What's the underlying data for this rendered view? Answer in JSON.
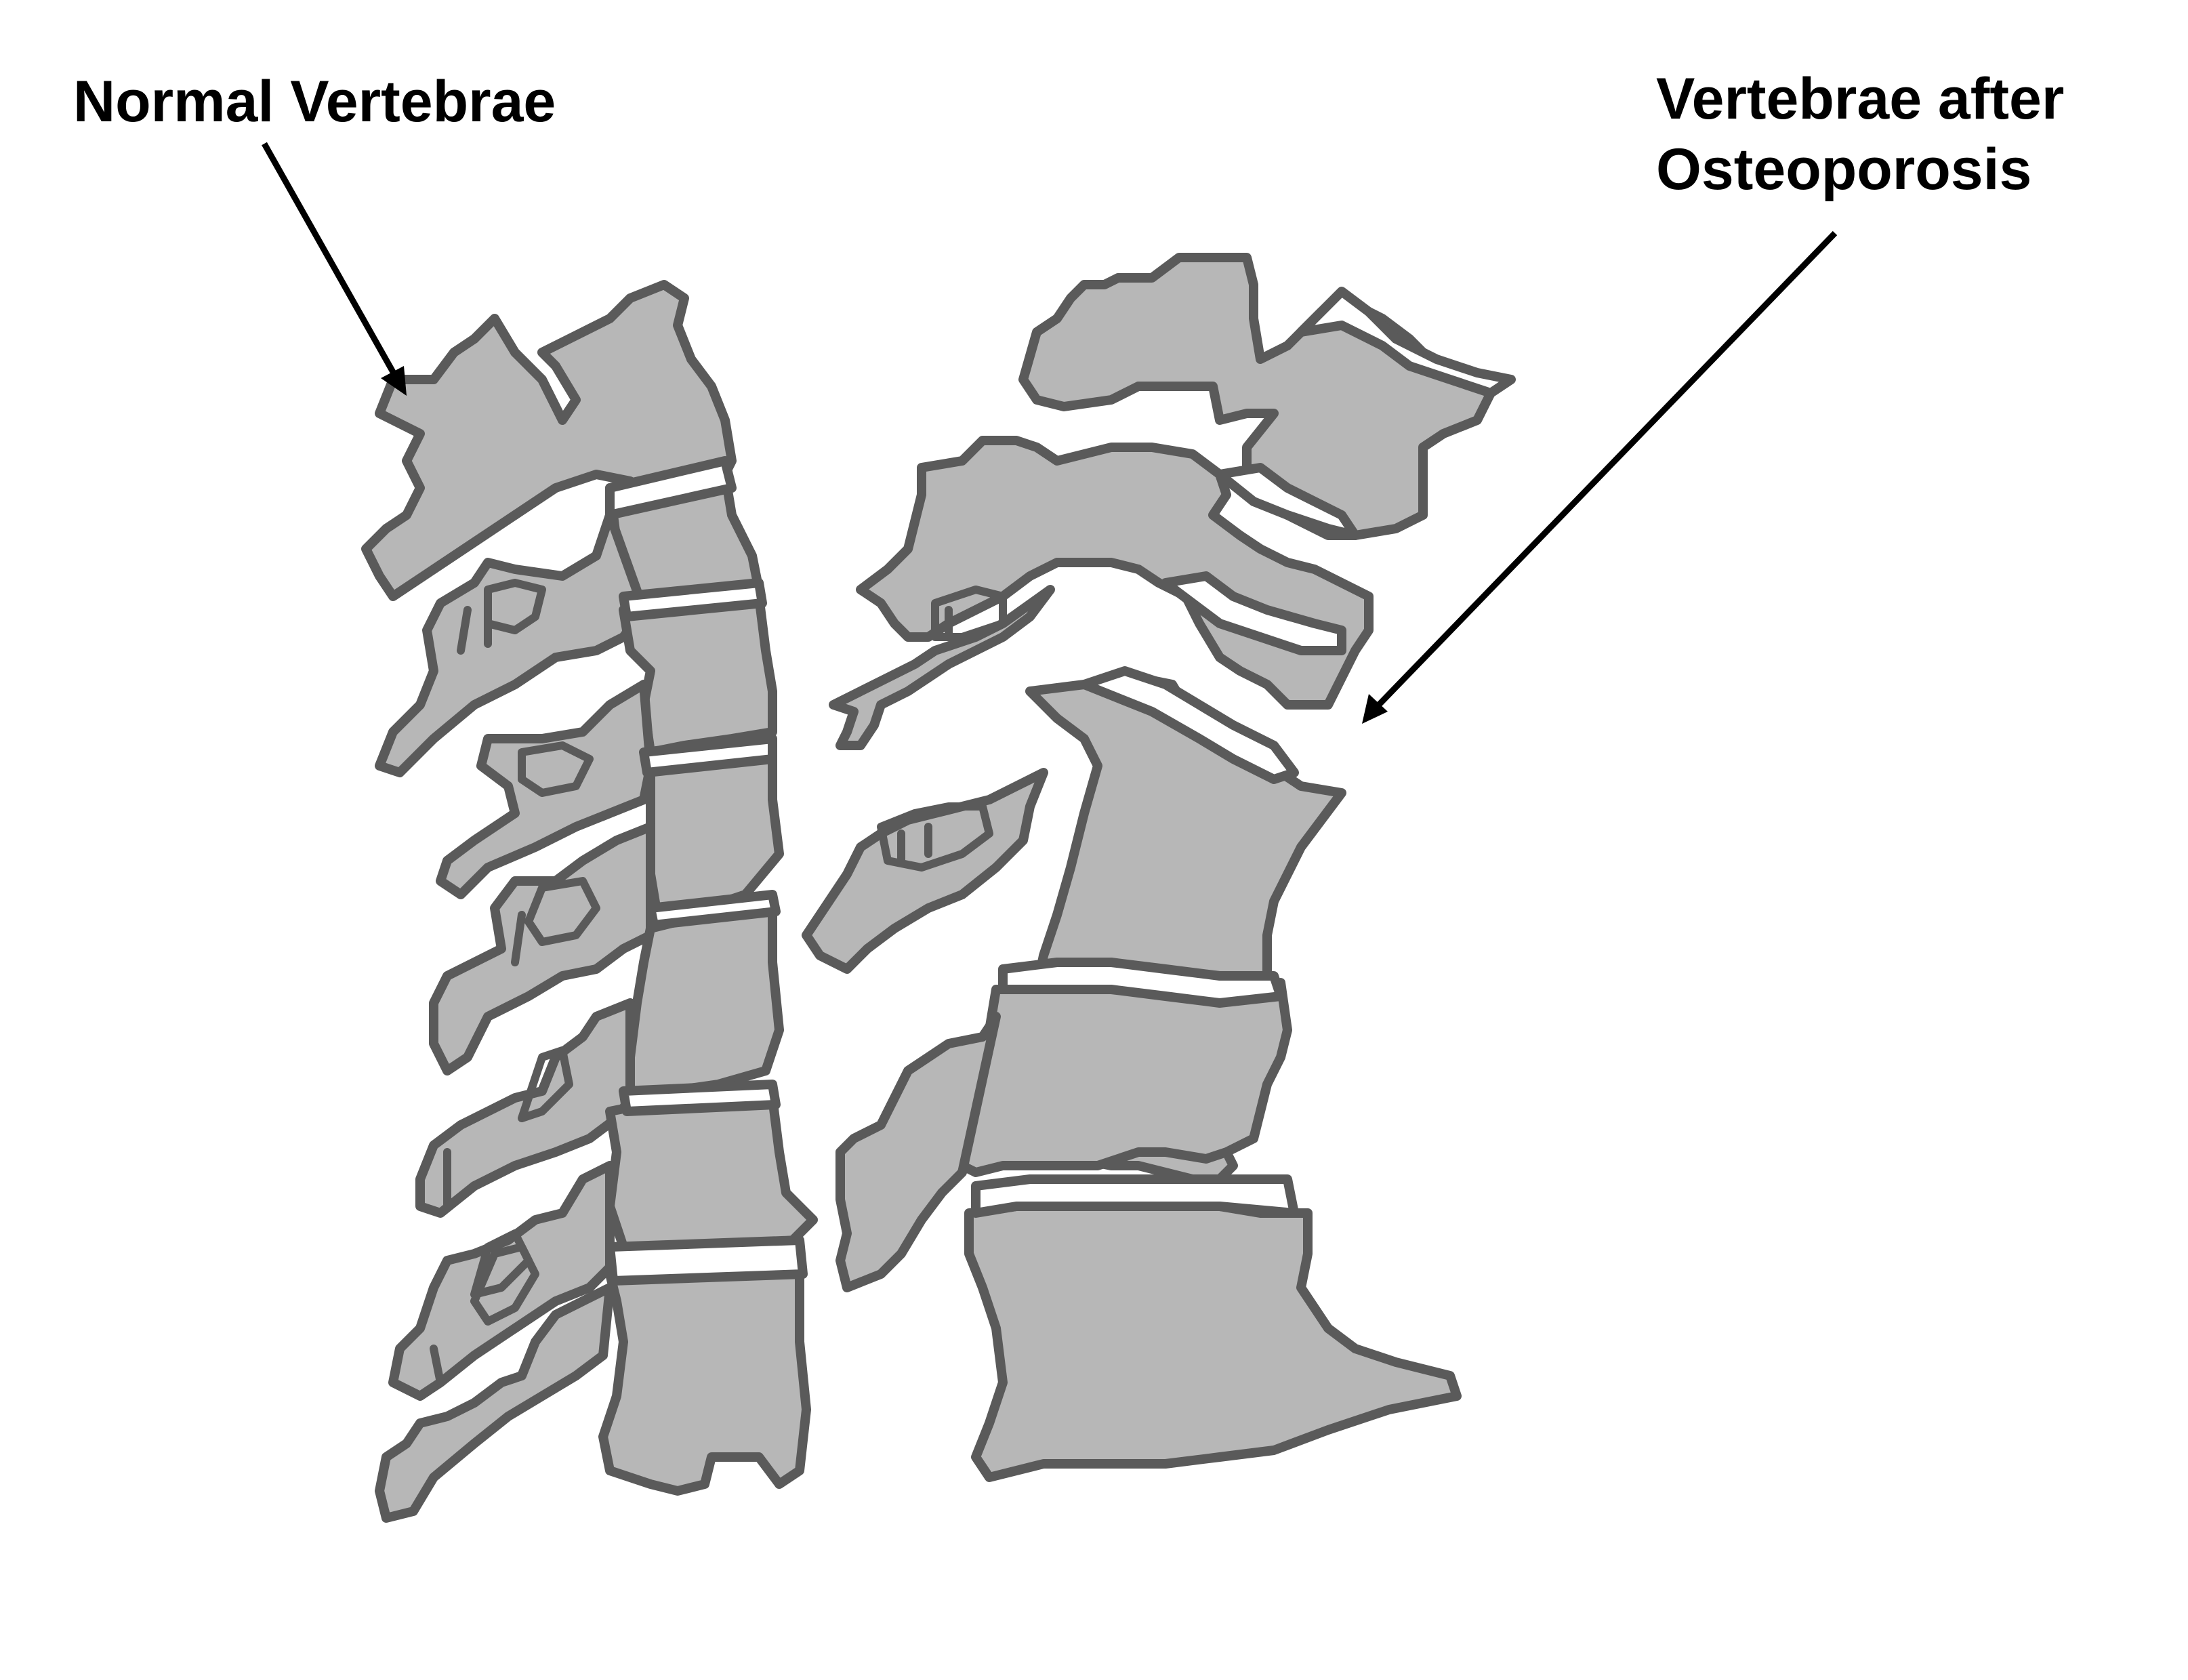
{
  "labels": {
    "normal": "Normal Vertebrae",
    "osteoporosis_line1": "Vertebrae after",
    "osteoporosis_line2": "Osteoporosis"
  },
  "colors": {
    "bone_fill": "#b7b7b7",
    "outline": "#5a5a5a",
    "arrow": "#000000",
    "background": "#ffffff"
  }
}
